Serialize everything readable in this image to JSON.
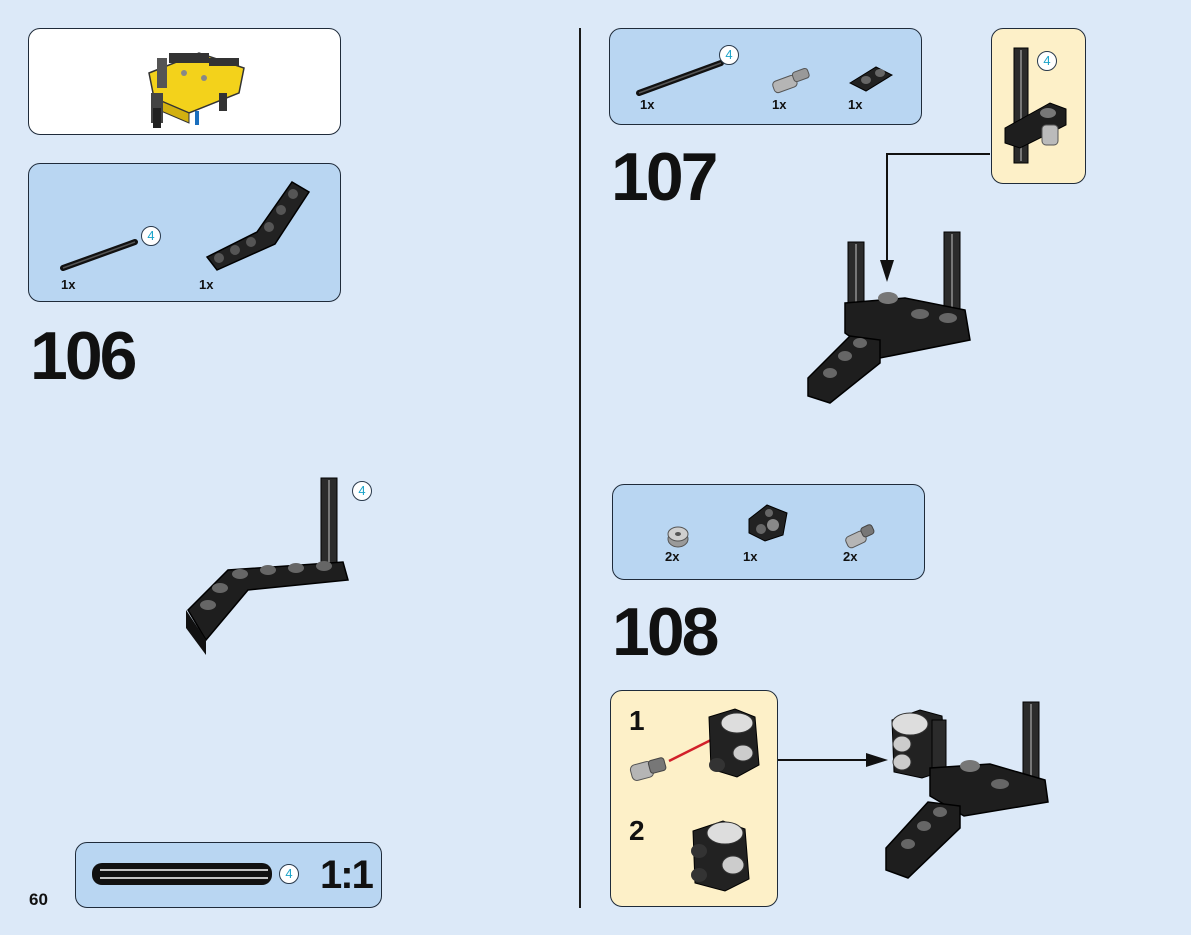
{
  "page_number": "60",
  "step106": {
    "number": "106",
    "parts": [
      {
        "qty": "1x",
        "length": "4",
        "icon": "axle-icon"
      },
      {
        "qty": "1x",
        "icon": "bent-beam-icon"
      }
    ],
    "model_length": "4"
  },
  "step107": {
    "number": "107",
    "parts": [
      {
        "qty": "1x",
        "length": "4",
        "icon": "axle-icon"
      },
      {
        "qty": "1x",
        "icon": "axle-pin-icon"
      },
      {
        "qty": "1x",
        "icon": "connector-icon"
      }
    ],
    "callout_length": "4"
  },
  "step108": {
    "number": "108",
    "parts": [
      {
        "qty": "2x",
        "icon": "bush-icon"
      },
      {
        "qty": "1x",
        "icon": "double-connector-icon"
      },
      {
        "qty": "2x",
        "icon": "axle-pin-icon"
      }
    ],
    "substeps": [
      "1",
      "2"
    ]
  },
  "scale_box": {
    "length": "4",
    "ratio": "1:1"
  },
  "colors": {
    "background": "#dce9f8",
    "parts_box": "#b9d6f2",
    "callout_box": "#fdf0c8",
    "length_badge_text": "#1aa3c9"
  }
}
